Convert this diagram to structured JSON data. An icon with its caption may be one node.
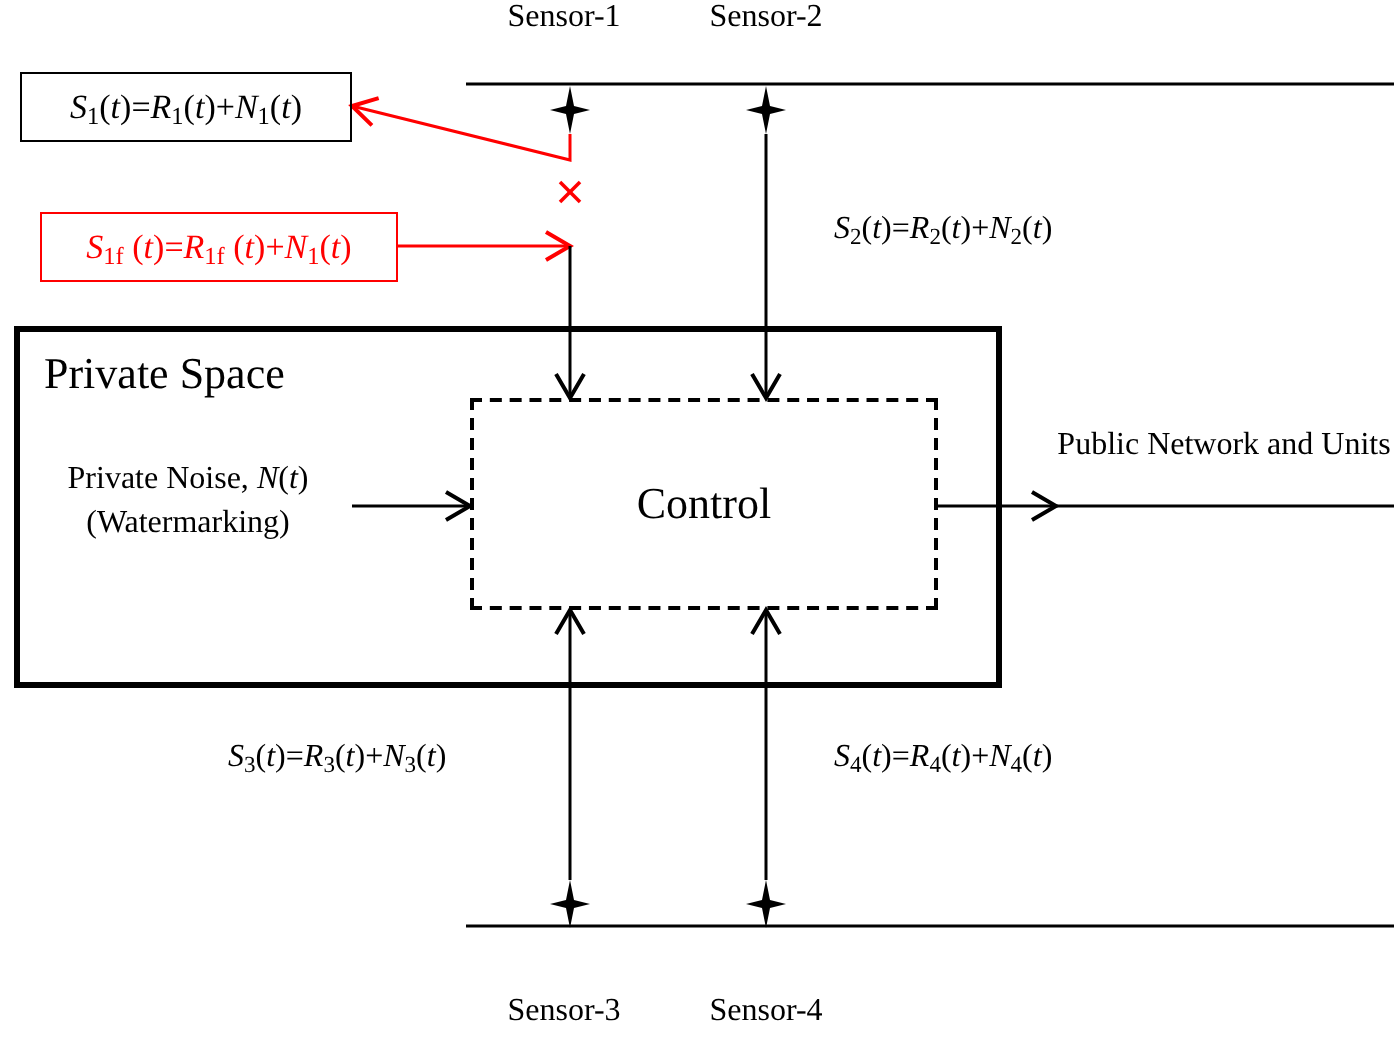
{
  "diagram": {
    "nodes": [
      {
        "text": [
          "Private Space"
        ]
      },
      {
        "text": [
          "Control"
        ],
        "in": 0
      },
      {
        "text": [
          "Private Noise, *N*(*t*) (Watermarking)"
        ],
        "in": 0
      },
      {
        "text": [],
        "shape": "star",
        "beside": [
          "Sensor-1"
        ]
      },
      {
        "text": [],
        "shape": "star",
        "beside": [
          "Sensor-2"
        ]
      },
      {
        "text": [],
        "shape": "star",
        "beside": [
          "Sensor-3"
        ]
      },
      {
        "text": [],
        "shape": "star",
        "beside": [
          "Sensor-4"
        ]
      },
      {
        "text": [
          "*S*$_{1}$(*t*)=*R*$_{1}$(*t*)+*N*$_{1}$(*t*)"
        ]
      },
      {
        "text": [
          "*S*$_{1f}$ (*t*)=*R*$_{1f}$ (*t*)+*N*$_{1}$(*t*)"
        ]
      },
      {
        "text": [
          "Public Network and Units"
        ]
      }
    ],
    "edges": [
      {
        "from": 3,
        "to": 7,
        "arrow": "to",
        "color": "#ff0000"
      },
      {
        "from": 8,
        "to": null,
        "arrow": "to",
        "color": "#ff0000"
      },
      {
        "from": null,
        "to": 1,
        "arrow": "to"
      },
      {
        "from": 4,
        "to": 1,
        "arrow": "to",
        "label": "*S*$_{2}$(*t*)=*R*$_{2}$(*t*)+*N*$_{2}$(*t*)"
      },
      {
        "from": 5,
        "to": 1,
        "arrow": "to",
        "label": "*S*$_{3}$(*t*)=*R*$_{3}$(*t*)+*N*$_{3}$(*t*)"
      },
      {
        "from": 6,
        "to": 1,
        "arrow": "to",
        "label": "*S*$_{4}$(*t*)=*R*$_{4}$(*t*)+*N*$_{4}$(*t*)"
      },
      {
        "from": 2,
        "to": 1,
        "arrow": "to"
      },
      {
        "from": 1,
        "to": 9,
        "arrow": "to"
      }
    ]
  }
}
